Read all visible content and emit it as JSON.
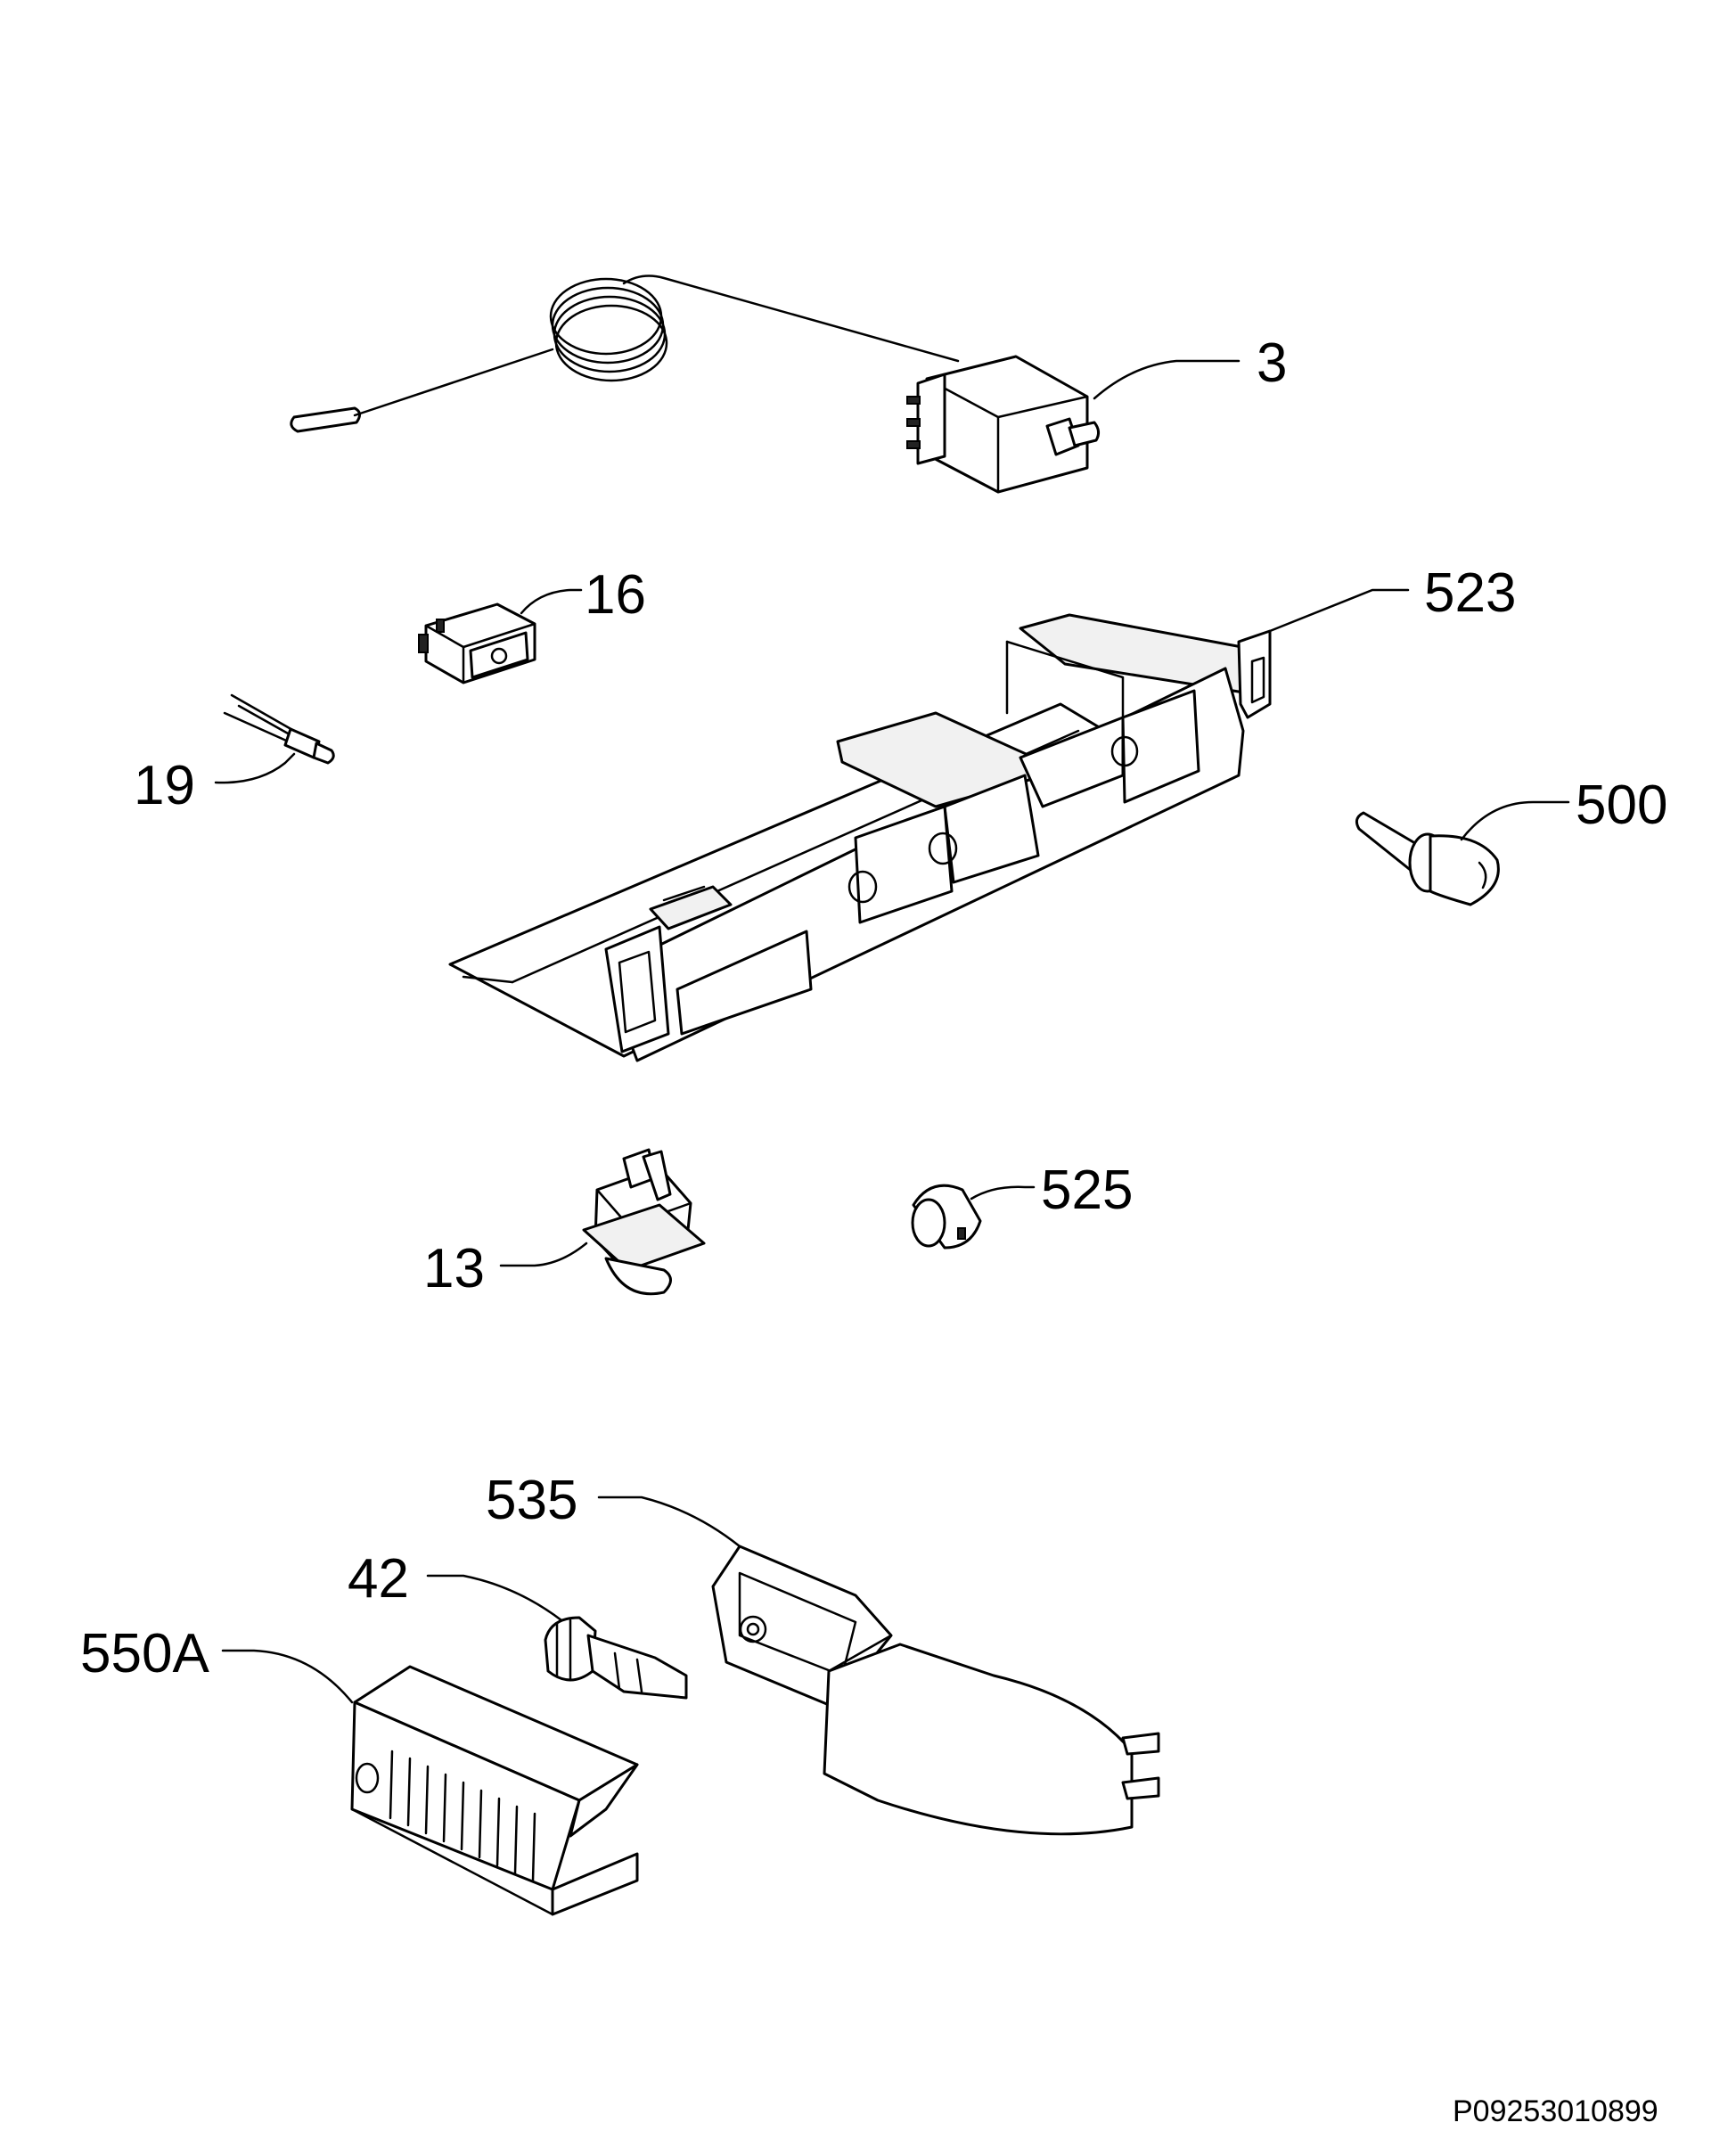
{
  "callouts": {
    "c3": "3",
    "c16": "16",
    "c523": "523",
    "c19": "19",
    "c500": "500",
    "c525": "525",
    "c13": "13",
    "c535": "535",
    "c42": "42",
    "c550a": "550A"
  },
  "drawing_code": "P09253010899"
}
